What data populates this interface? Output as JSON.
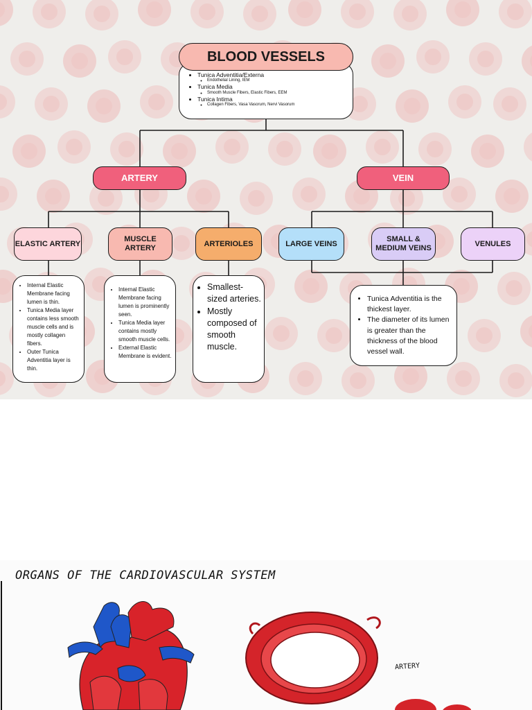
{
  "top": {
    "title": "BLOOD VESSELS",
    "layers": [
      {
        "name": "Tunica Adventitia/Externa",
        "detail": "Endothelial Lining, IEM"
      },
      {
        "name": "Tunica Media",
        "detail": "Smooth Muscle Fibers, Elastic Fibers, EEM"
      },
      {
        "name": "Tunica Intima",
        "detail": "Collagen Fibers, Vasa Vasorum, Nervi Vasorum"
      }
    ]
  },
  "artery": {
    "label": "ARTERY",
    "color": "#f0607c",
    "children": {
      "elastic": {
        "label": "ELASTIC ARTERY",
        "color": "#fdd6dc",
        "notes": [
          "Internal Elastic Membrane facing lumen is thin.",
          "Tunica Media layer contains less smooth muscle cells and is mostly collagen fibers.",
          "Outer Tunica Adventitia layer is thin."
        ]
      },
      "muscle": {
        "label": "MUSCLE ARTERY",
        "color": "#f8b9b0",
        "notes": [
          "Internal Elastic Membrane facing lumen is prominently seen.",
          "Tunica Media layer contains mostly smooth muscle cells.",
          "External Elastic Membrane is evident."
        ]
      },
      "arterioles": {
        "label": "ARTERIOLES",
        "color": "#f5ad6c",
        "notes": [
          "Smallest-sized arteries.",
          "Mostly composed of smooth muscle."
        ]
      }
    }
  },
  "vein": {
    "label": "VEIN",
    "color": "#f0607c",
    "children": {
      "large": {
        "label": "LARGE VEINS",
        "color": "#b4dff9"
      },
      "small": {
        "label": "SMALL & MEDIUM VEINS",
        "color": "#d9ccf6"
      },
      "venules": {
        "label": "VENULES",
        "color": "#ecd2f8"
      }
    },
    "notes": [
      "Tunica Adventitia is the thickest layer.",
      "The diameter of its lumen is greater than the thickness of the blood vessel wall."
    ]
  },
  "bottom": {
    "caption": "ORGANS OF THE CARDIOVASCULAR SYSTEM",
    "artery_label": "ARTERY"
  },
  "colors": {
    "background": "#efeeeb",
    "title_box": "#f8b9b0",
    "cell_pattern": "#eec7c5",
    "heart_red": "#d8232a",
    "heart_blue": "#1f57c9"
  }
}
